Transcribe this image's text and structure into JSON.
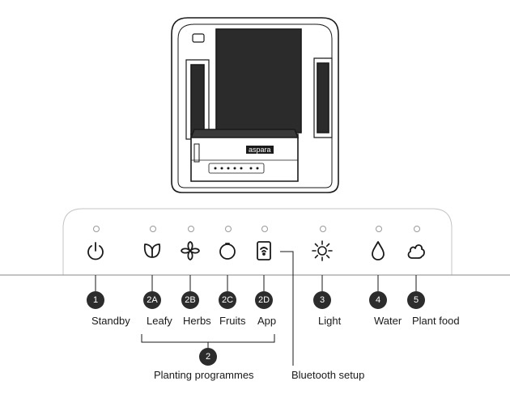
{
  "device": {
    "brand": "aspara"
  },
  "controls": [
    {
      "id": "1",
      "label": "Standby",
      "icon": "power-icon"
    },
    {
      "id": "2A",
      "label": "Leafy",
      "icon": "leaf-icon"
    },
    {
      "id": "2B",
      "label": "Herbs",
      "icon": "herb-icon"
    },
    {
      "id": "2C",
      "label": "Fruits",
      "icon": "fruit-icon"
    },
    {
      "id": "2D",
      "label": "App",
      "icon": "app-wifi-icon"
    },
    {
      "id": "3",
      "label": "Light",
      "icon": "sun-icon"
    },
    {
      "id": "4",
      "label": "Water",
      "icon": "water-drop-icon"
    },
    {
      "id": "5",
      "label": "Plant food",
      "icon": "plant-food-icon"
    }
  ],
  "group": {
    "id": "2",
    "label": "Planting programmes"
  },
  "bluetooth": {
    "label": "Bluetooth setup"
  },
  "colors": {
    "badge": "#2c2c2c",
    "line": "#1a1a1a"
  }
}
